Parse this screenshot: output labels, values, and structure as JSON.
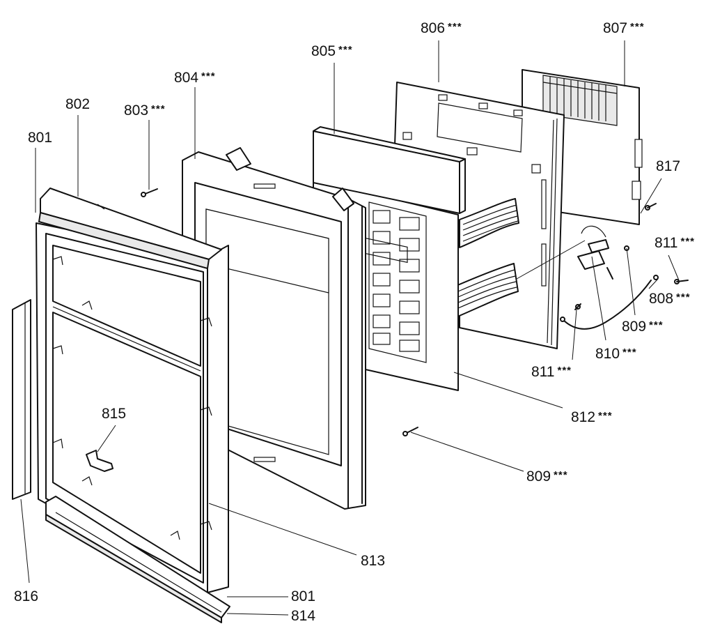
{
  "labels": [
    {
      "id": "801-top",
      "num": "801",
      "stars": ""
    },
    {
      "id": "802",
      "num": "802",
      "stars": ""
    },
    {
      "id": "803",
      "num": "803",
      "stars": "***"
    },
    {
      "id": "804",
      "num": "804",
      "stars": "***"
    },
    {
      "id": "805",
      "num": "805",
      "stars": "***"
    },
    {
      "id": "806",
      "num": "806",
      "stars": "***"
    },
    {
      "id": "807",
      "num": "807",
      "stars": "***"
    },
    {
      "id": "817",
      "num": "817",
      "stars": ""
    },
    {
      "id": "811-right",
      "num": "811",
      "stars": "***"
    },
    {
      "id": "808",
      "num": "808",
      "stars": "***"
    },
    {
      "id": "809-right",
      "num": "809",
      "stars": "***"
    },
    {
      "id": "810",
      "num": "810",
      "stars": "***"
    },
    {
      "id": "811-lower",
      "num": "811",
      "stars": "***"
    },
    {
      "id": "812",
      "num": "812",
      "stars": "***"
    },
    {
      "id": "815",
      "num": "815",
      "stars": ""
    },
    {
      "id": "809-lower",
      "num": "809",
      "stars": "***"
    },
    {
      "id": "813",
      "num": "813",
      "stars": ""
    },
    {
      "id": "816",
      "num": "816",
      "stars": ""
    },
    {
      "id": "801-bottom",
      "num": "801",
      "stars": ""
    },
    {
      "id": "814",
      "num": "814",
      "stars": ""
    }
  ]
}
